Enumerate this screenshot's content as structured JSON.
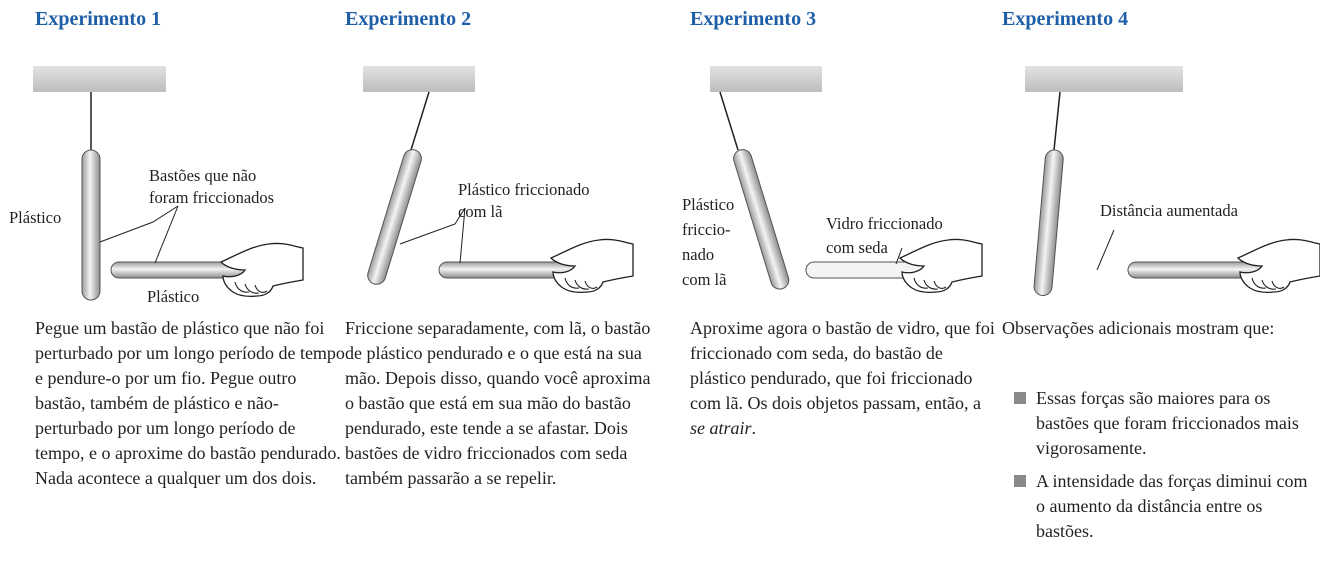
{
  "colors": {
    "title": "#1f5fa8",
    "text": "#231f20",
    "ceiling": "#cfcfd1",
    "rod": "#d9d9db"
  },
  "experiments": [
    {
      "title": "Experimento 1",
      "labels": {
        "plastic_hanging": "Plástico",
        "not_rubbed_1": "Bastões que não",
        "not_rubbed_2": "foram friccionados",
        "plastic_hand": "Plástico"
      },
      "description": "Pegue um bastão de plástico que não foi perturbado por um longo período de tempo e pendure-o por um fio. Pegue outro bastão, também de plástico e não-perturbado por um longo período de tempo, e o aproxime do bastão pendurado. Nada acontece a qualquer um dos dois."
    },
    {
      "title": "Experimento 2",
      "labels": {
        "rubbed_1": "Plástico friccionado",
        "rubbed_2": "com lã"
      },
      "description": "Friccione separadamente, com lã, o bastão de plástico pendurado e o que está na sua mão. Depois disso, quando você aproxima o bastão que está em sua mão do bastão pendurado, este tende a se afastar. Dois bastões de vidro friccionados com seda também passarão a se repelir."
    },
    {
      "title": "Experimento 3",
      "labels": {
        "plastic_1": "Plástico",
        "plastic_2": "friccio-",
        "plastic_3": "nado",
        "plastic_4": "com lã",
        "glass_1": "Vidro friccionado",
        "glass_2": "com seda"
      },
      "description_before": "Aproxime agora o bastão de vidro, que foi friccionado com seda, do bastão de plástico pendurado, que foi friccionado com lã. Os dois objetos passam, então, a ",
      "description_em": "se atrair",
      "description_after": "."
    },
    {
      "title": "Experimento 4",
      "labels": {
        "distance": "Distância aumentada"
      },
      "description": "Observações adicionais mostram que:",
      "bullets": [
        "Essas forças são maiores para os bastões que foram friccionados mais vigorosamente.",
        "A intensidade das forças diminui com o aumento da distância entre os bastões."
      ]
    }
  ]
}
